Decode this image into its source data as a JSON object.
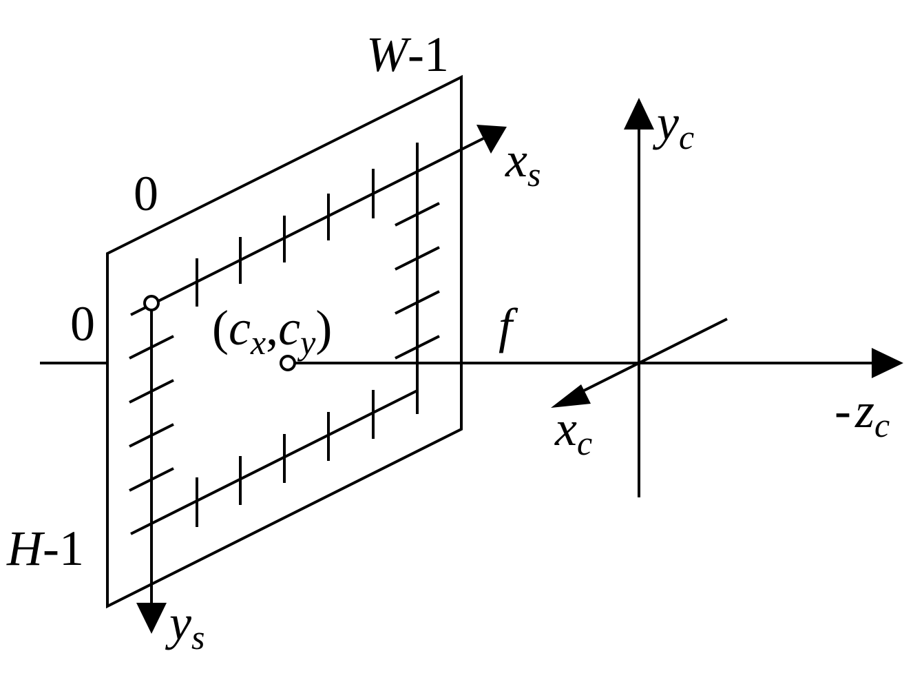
{
  "labels": {
    "top_right_corner": {
      "var": "W",
      "rest": "-1"
    },
    "top_left_corner": "0",
    "left_origin": "0",
    "bottom_left_corner": {
      "var": "H",
      "rest": "-1"
    },
    "principal_point": {
      "open": "(",
      "c1": "c",
      "s1": "x",
      "comma": ",",
      "c2": "c",
      "s2": "y",
      "close": ")"
    },
    "focal_length": "f",
    "sensor_x_axis": {
      "main": "x",
      "sub": "s"
    },
    "sensor_y_axis": {
      "main": "y",
      "sub": "s"
    },
    "camera_x_axis": {
      "main": "x",
      "sub": "c"
    },
    "camera_y_axis": {
      "main": "y",
      "sub": "c"
    },
    "camera_z_axis": {
      "sign": "-",
      "main": "z",
      "sub": "c"
    }
  },
  "style": {
    "stroke_color": "#000000",
    "background_color": "#ffffff"
  },
  "icons": {
    "origin_marker": "hollow-circle",
    "principal_point_marker": "hollow-circle",
    "axis_heads": "filled-arrowhead"
  }
}
